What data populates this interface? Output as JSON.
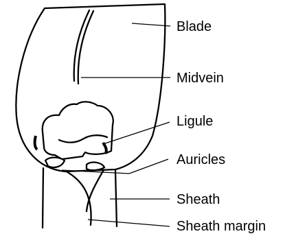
{
  "labels": {
    "blade": "Blade",
    "midvein": "Midvein",
    "ligule": "Ligule",
    "auricles": "Auricles",
    "sheath": "Sheath",
    "sheath_margin": "Sheath margin"
  },
  "colors": {
    "line": "#000000",
    "background": "#ffffff"
  }
}
